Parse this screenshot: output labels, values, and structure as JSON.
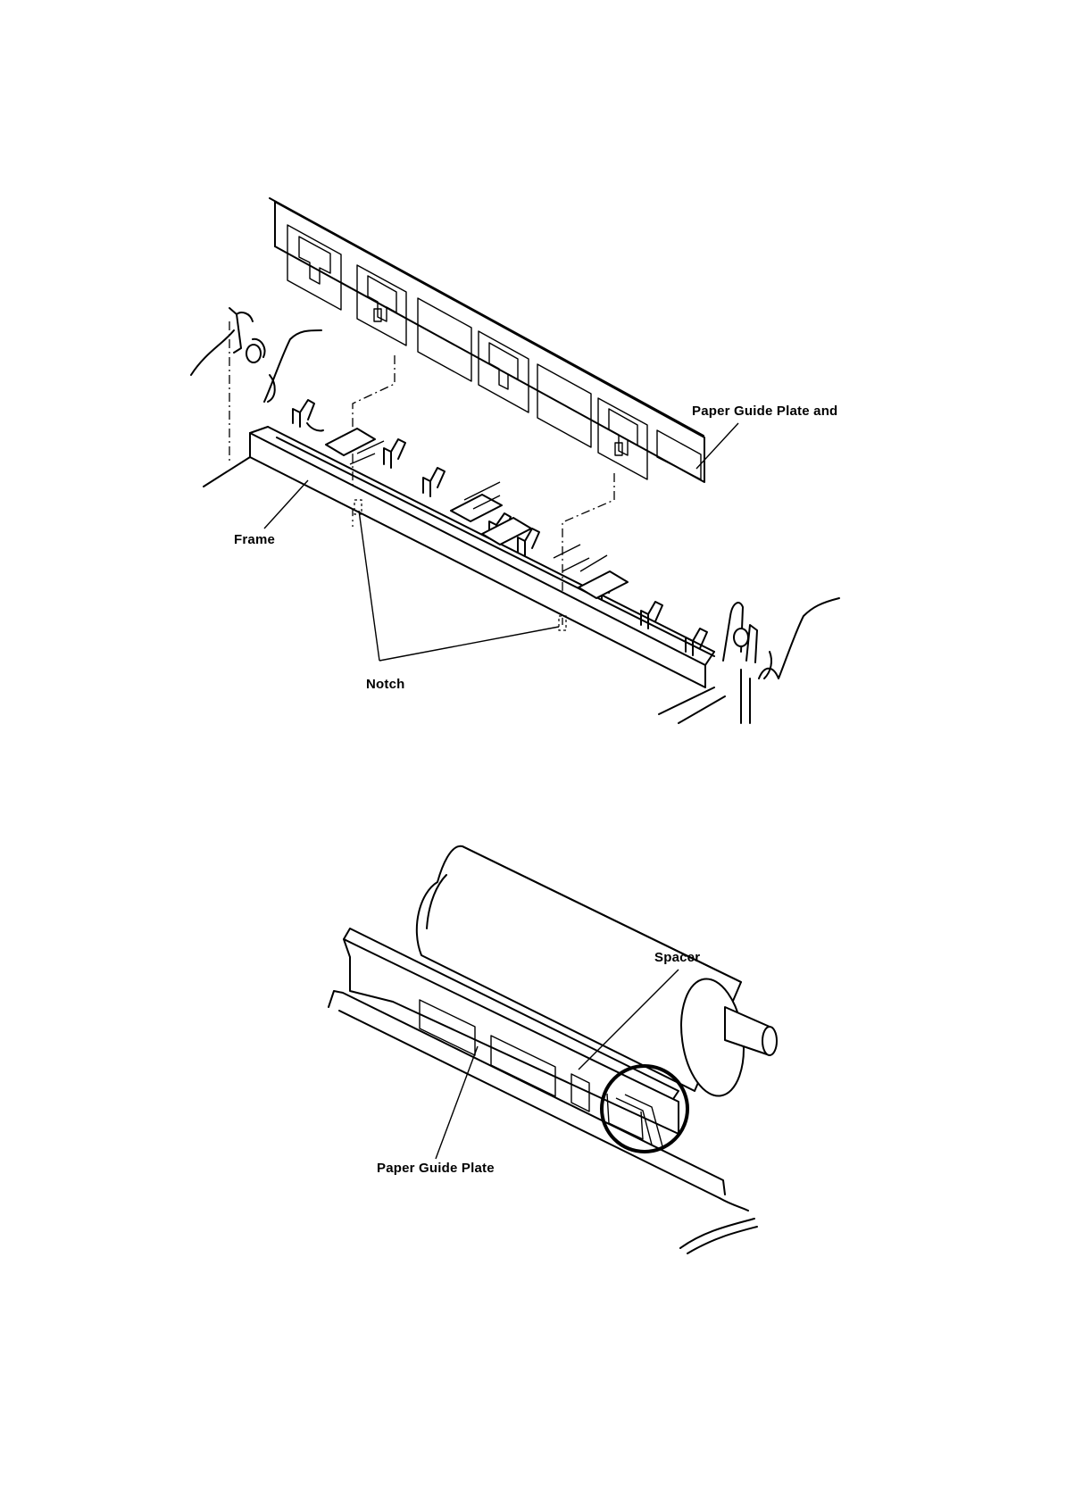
{
  "figure_top": {
    "labels": {
      "plate": "Paper Guide Plate and",
      "frame": "Frame",
      "notch": "Notch"
    }
  },
  "figure_bottom": {
    "labels": {
      "spacer": "Spacer",
      "plate": "Paper Guide Plate"
    }
  }
}
